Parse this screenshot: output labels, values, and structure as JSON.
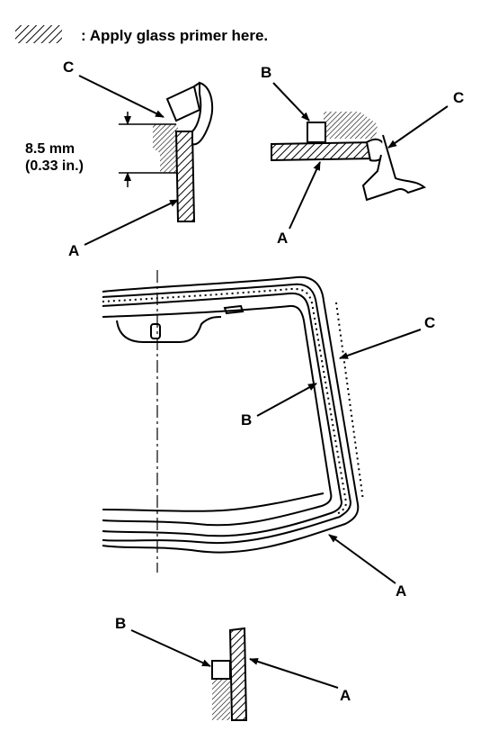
{
  "legend": {
    "text": ": Apply glass primer here.",
    "swatch_icon": "hatch-swatch-icon"
  },
  "dimension": {
    "metric": "8.5 mm",
    "imperial": "(0.33 in.)"
  },
  "labels": {
    "a": "A",
    "b": "B",
    "c": "C"
  },
  "colors": {
    "ink": "#000000",
    "paper": "#ffffff"
  }
}
